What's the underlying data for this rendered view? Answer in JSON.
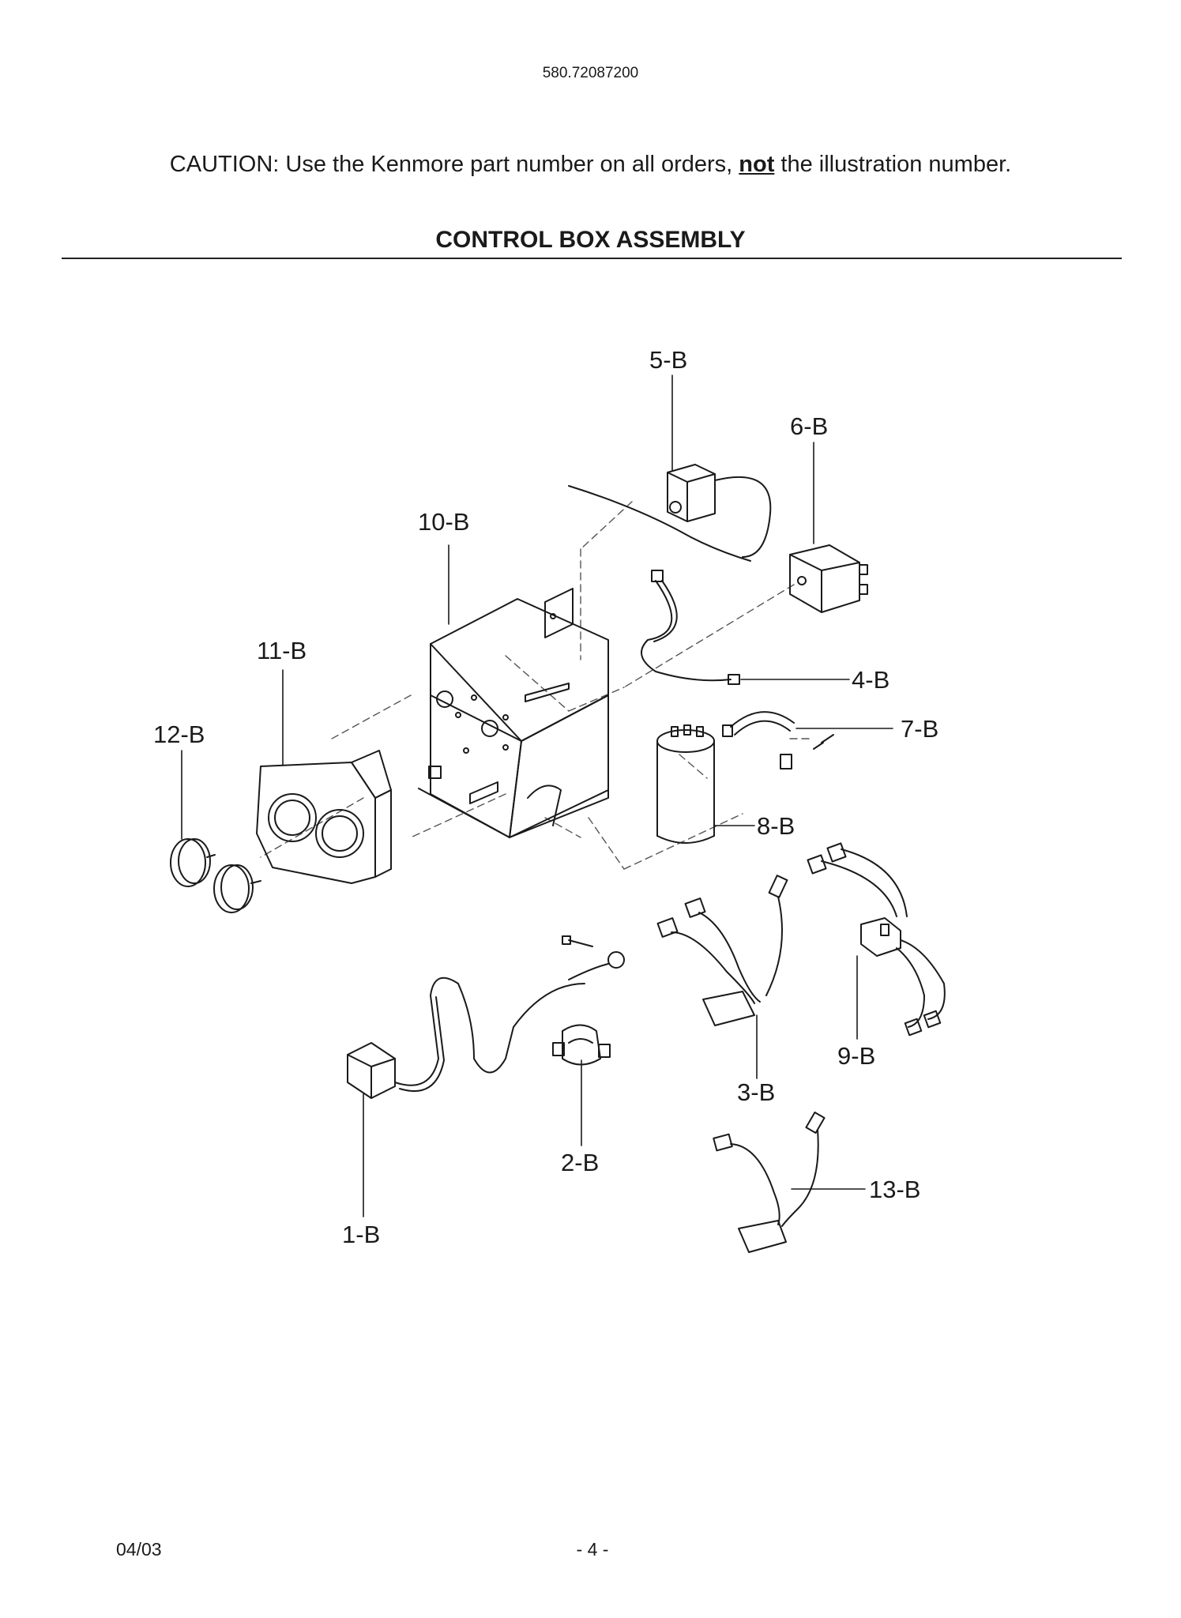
{
  "header": {
    "model_number": "580.72087200",
    "caution_prefix": "CAUTION: Use the Kenmore part number on all orders, ",
    "caution_emphasis": "not",
    "caution_suffix": " the illustration number.",
    "title": "CONTROL BOX ASSEMBLY"
  },
  "diagram": {
    "callouts": [
      "5-B",
      "6-B",
      "10-B",
      "11-B",
      "4-B",
      "12-B",
      "7-B",
      "8-B",
      "9-B",
      "3-B",
      "2-B",
      "13-B",
      "1-B"
    ]
  },
  "footer": {
    "date": "04/03",
    "page": "- 4 -"
  }
}
